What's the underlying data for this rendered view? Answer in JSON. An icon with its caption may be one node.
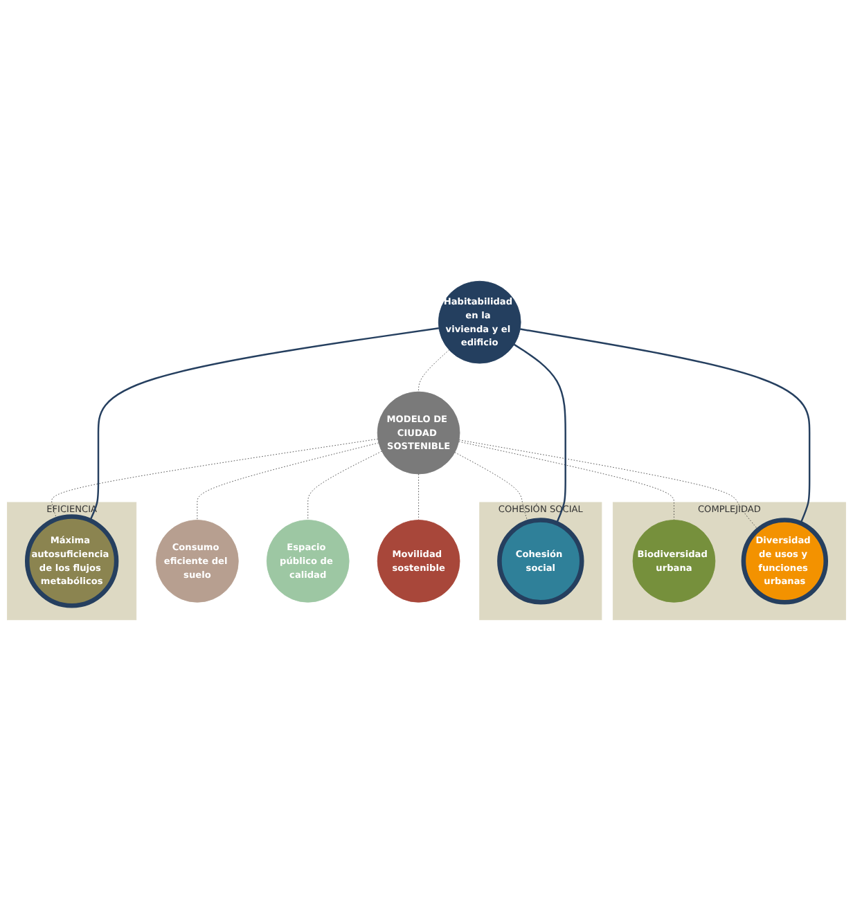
{
  "diagram": {
    "nodes": [
      {
        "text": [
          "Consumo eficiente del suelo"
        ]
      },
      {
        "text": [
          "Espacio público de calidad"
        ]
      },
      {
        "text": [
          "Movilidad sostenible"
        ]
      },
      {
        "text": [
          "Habitabilidad en la vivienda y el edificio"
        ]
      },
      {
        "text": [
          "MODELO DE CIUDAD SOSTENIBLE"
        ]
      },
      {
        "text": [
          "COMPLEJIDAD"
        ]
      },
      {
        "text": [
          "Biodiversidad urbana"
        ],
        "in": 5
      },
      {
        "text": [
          "COHESIÓN SOCIAL"
        ]
      },
      {
        "text": [
          "Cohesión social"
        ],
        "in": 7
      },
      {
        "text": [
          "EFICIENCIA"
        ]
      },
      {
        "text": [
          "Máxima autosuficiencia de los flujos metabólicos"
        ],
        "in": 9
      },
      {
        "text": [
          "Diversidad de usos y funciones urbanas"
        ],
        "in": 5
      }
    ],
    "edges": [
      {
        "from": 4,
        "to": 0,
        "arrow": "none",
        "style": "dashed"
      },
      {
        "from": 4,
        "to": 1,
        "arrow": "none",
        "style": "dashed"
      },
      {
        "from": 4,
        "to": 2,
        "arrow": "none",
        "style": "dashed"
      },
      {
        "from": 3,
        "to": 4,
        "arrow": "none",
        "style": "dashed"
      },
      {
        "from": 4,
        "to": 6,
        "arrow": "none",
        "style": "dashed"
      },
      {
        "from": 4,
        "to": 8,
        "arrow": "none",
        "style": "dashed"
      },
      {
        "from": 4,
        "to": 10,
        "arrow": "none",
        "style": "dashed"
      },
      {
        "from": 4,
        "to": 11,
        "arrow": "none",
        "style": "dashed"
      },
      {
        "from": 3,
        "to": 8,
        "arrow": "none",
        "color": "#253f5f"
      },
      {
        "from": 3,
        "to": 10,
        "arrow": "none",
        "color": "#253f5f"
      },
      {
        "from": 3,
        "to": 11,
        "arrow": "none",
        "color": "#253f5f"
      }
    ]
  }
}
